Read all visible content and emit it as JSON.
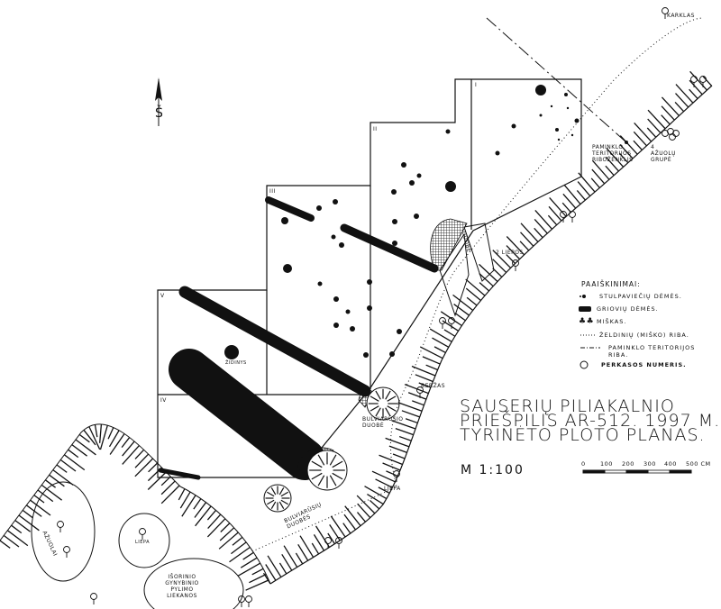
{
  "title": {
    "line1": "SAUSERIŲ PILIAKALNIO",
    "line2": "PRIEŠPILIS AR-512. 1997 M.",
    "line3": "TYRINĖTO PLOTO PLANAS."
  },
  "scale": {
    "ratio": "M 1:100",
    "ticks": [
      "0",
      "100",
      "200",
      "300",
      "400",
      "500 CM"
    ]
  },
  "north_arrow": {
    "label": "Š"
  },
  "legend": {
    "heading": "PAAIŠKINIMAI:",
    "items": [
      {
        "symbol": "post-dot-icon",
        "label": "STULPAVIEČIŲ DĖMĖS."
      },
      {
        "symbol": "ditch-icon",
        "label": "GRIOVIŲ DĖMĖS."
      },
      {
        "symbol": "forest-icon",
        "label": "MIŠKAS."
      },
      {
        "symbol": "dotted-line-icon",
        "label": "ŽELDINIŲ (MIŠKO) RIBA."
      },
      {
        "symbol": "dash-dot-line-icon",
        "label": "PAMINKLO TERITORIJOS RIBA."
      },
      {
        "symbol": "circled-number-icon",
        "label": "PERKASOS NUMERIS."
      }
    ]
  },
  "trenches": [
    "I",
    "II",
    "III",
    "IV",
    "V"
  ],
  "labels": {
    "karklas": "KARKLAS",
    "boundary_mark": "PAMINKLO TERITORIJOS RIBOŽENKLIS",
    "oak_group": "4 AŽUOLŲ GRUPĖ",
    "two_lindens": "2 LIEPOS",
    "duobe": "DUOBĖ",
    "zidinys": "ŽIDINYS",
    "berzas": "BERŽAS",
    "potato_pit": "BULVIARŪSIO DUOBĖ",
    "potato_pits": "BULVIARŪSIŲ DUOBĖS",
    "liepa": "LIEPA",
    "liepa2": "LIEPA",
    "azuolai": "AŽUOLAI",
    "rampart": "IŠORINIO GYNYBINIO PYLIMO LIEKANOS"
  },
  "colors": {
    "ink": "#111111",
    "paper": "#ffffff"
  }
}
